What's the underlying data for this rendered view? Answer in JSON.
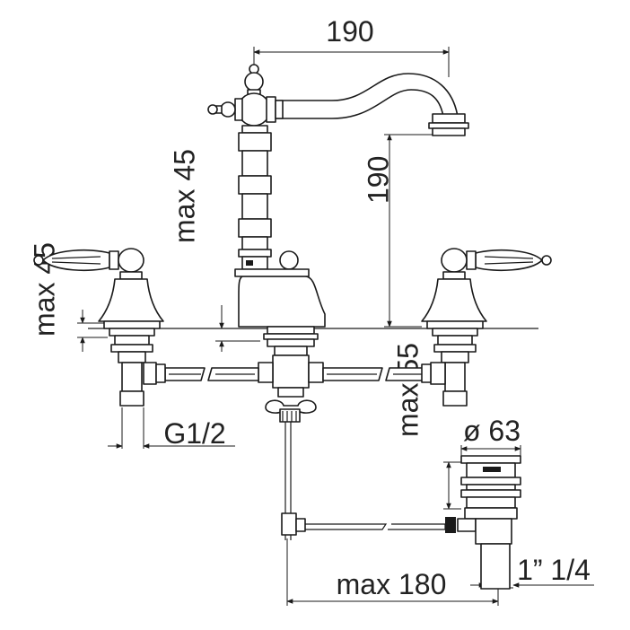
{
  "colors": {
    "line": "#1a1a1a",
    "text": "#222222",
    "background": "#ffffff"
  },
  "dimensions": {
    "spout_reach": "190",
    "spout_height": "190",
    "deck_thickness_spout": "max 45",
    "deck_thickness_valve": "max 45",
    "inlet_thread": "G1/2",
    "waste_diameter": "ø 63",
    "waste_max_height": "max 55",
    "waste_thread": "1” 1/4",
    "rod_max_length": "max 180"
  }
}
